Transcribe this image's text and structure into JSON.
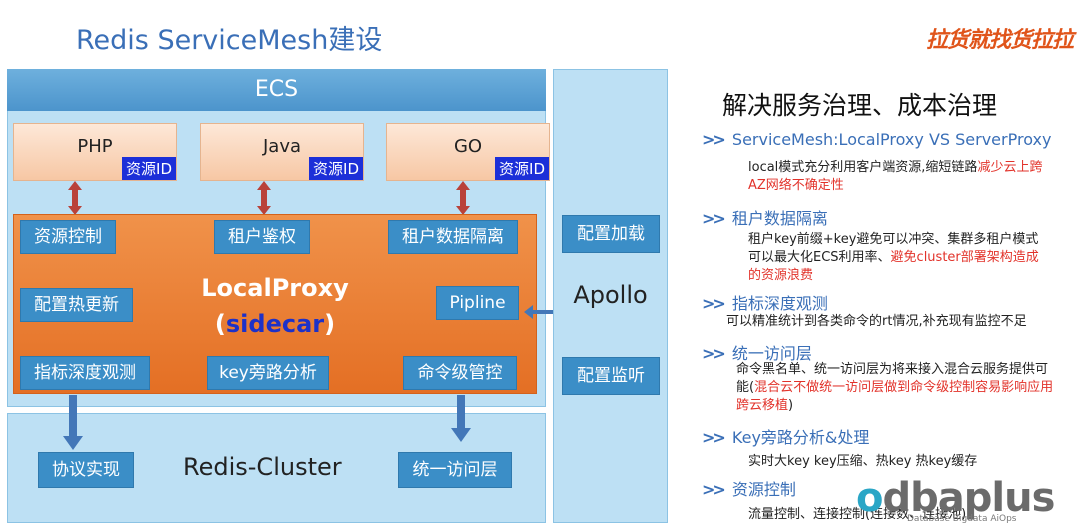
{
  "header": {
    "title": "Redis ServiceMesh建设",
    "logo_text": "拉货就找货拉拉"
  },
  "diagram": {
    "ecs_label": "ECS",
    "apps": [
      {
        "name": "PHP",
        "badge": "资源ID"
      },
      {
        "name": "Java",
        "badge": "资源ID"
      },
      {
        "name": "GO",
        "badge": "资源ID"
      }
    ],
    "proxy": {
      "title": "LocalProxy",
      "sub_open": "(",
      "sub_text": "sidecar",
      "sub_close": ")",
      "chips": {
        "resource_control": "资源控制",
        "tenant_auth": "租户鉴权",
        "tenant_isolation": "租户数据隔离",
        "hot_update": "配置热更新",
        "pipline": "Pipline",
        "metrics": "指标深度观测",
        "key_bypass": "key旁路分析",
        "command_control": "命令级管控"
      }
    },
    "cluster": {
      "label": "Redis-Cluster",
      "protocol": "协议实现",
      "unified_access": "统一访问层"
    },
    "apollo": {
      "label": "Apollo",
      "config_load": "配置加载",
      "config_listen": "配置监听"
    }
  },
  "right_panel": {
    "heading": "解决服务治理、成本治理",
    "chevron": ">>",
    "sections": [
      {
        "title": "ServiceMesh:LocalProxy VS ServerProxy",
        "desc_plain": "local模式充分利用客户端资源,缩短链路",
        "desc_red": "减少云上跨AZ网络不确定性",
        "desc_tail": ""
      },
      {
        "title": "租户数据隔离",
        "desc_plain": "租户key前缀+key避免可以冲突、集群多租户模式可以最大化ECS利用率、",
        "desc_red": "避免cluster部署架构造成的资源浪费",
        "desc_tail": ""
      },
      {
        "title": "指标深度观测",
        "desc_plain": "可以精准统计到各类命令的rt情况,补充现有监控不足",
        "desc_red": "",
        "desc_tail": ""
      },
      {
        "title": "统一访问层",
        "desc_plain": "命令黑名单、统一访问层为将来接入混合云服务提供可能(",
        "desc_red": "混合云不做统一访问层做到命令级控制容易影响应用跨云移植",
        "desc_tail": ")"
      },
      {
        "title": "Key旁路分析&处理",
        "desc_plain": "实时大key key压缩、热key 热key缓存",
        "desc_red": "",
        "desc_tail": ""
      },
      {
        "title": "资源控制",
        "desc_plain": "流量控制、连接控制(连接数、连接池)",
        "desc_red": "",
        "desc_tail": ""
      }
    ]
  },
  "watermark": {
    "brand_o": "o",
    "brand_rest": "dbaplus",
    "sub": "Database  Bigdata  AiOps"
  },
  "colors": {
    "title_blue": "#3a6fb7",
    "ecs_bg": "#bde0f4",
    "proxy_orange": "#e46f24",
    "chip_blue": "#3b8ec7",
    "badge_blue": "#1c2fd8",
    "highlight_red": "#e2332b"
  }
}
